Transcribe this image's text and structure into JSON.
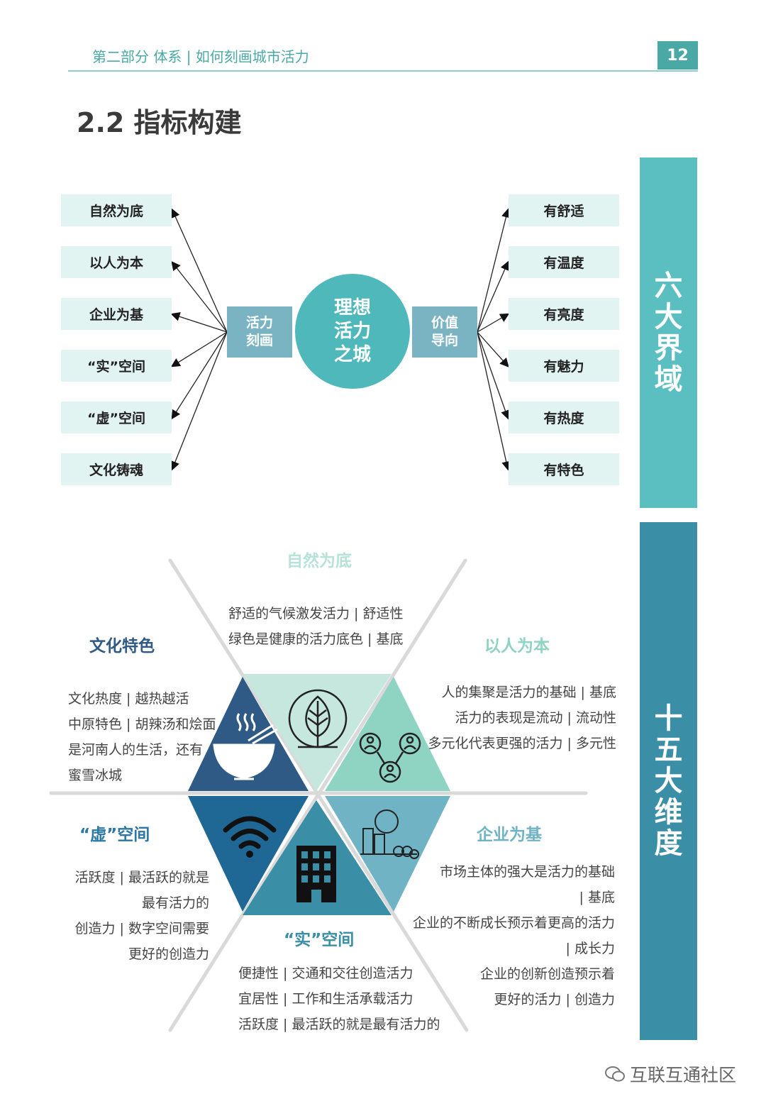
{
  "header": {
    "breadcrumb": "第二部分 体系 | 如何刻画城市活力",
    "page_number": "12"
  },
  "section_title": "2.2 指标构建",
  "center": {
    "label": "理想活力之城",
    "lines": [
      "理想",
      "活力",
      "之城"
    ]
  },
  "left_hub": {
    "lines": [
      "活力",
      "刻画"
    ]
  },
  "right_hub": {
    "lines": [
      "价值",
      "导向"
    ]
  },
  "left_items": [
    "自然为底",
    "以人为本",
    "企业为基",
    "“实”空间",
    "“虚”空间",
    "文化铸魂"
  ],
  "right_items": [
    "有舒适",
    "有温度",
    "有亮度",
    "有魅力",
    "有热度",
    "有特色"
  ],
  "side_bars": {
    "top": "六大界域",
    "bottom": "十五大维度"
  },
  "hexagon": {
    "top": {
      "title": "自然为底",
      "lines": [
        "舒适的气候激发活力 | 舒适性",
        "绿色是健康的活力底色 | 基底"
      ]
    },
    "upper_right": {
      "title": "以人为本",
      "lines": [
        "人的集聚是活力的基础 | 基底",
        "活力的表现是流动 | 流动性",
        "多元化代表更强的活力 | 多元性"
      ]
    },
    "upper_left": {
      "title": "文化特色",
      "lines": [
        "文化热度 | 越热越活",
        "中原特色 | 胡辣汤和烩面",
        "是河南人的生活，还有",
        "蜜雪冰城"
      ]
    },
    "lower_left": {
      "title": "“虚”空间",
      "lines": [
        "活跃度 | 最活跃的就是",
        "最有活力的",
        "创造力 | 数字空间需要",
        "更好的创造力"
      ]
    },
    "lower_right": {
      "title": "企业为基",
      "lines": [
        "市场主体的强大是活力的基础",
        "| 基底",
        "企业的不断成长预示着更高的活力",
        "| 成长力",
        "企业的创新创造预示着",
        "更好的活力 | 创造力"
      ]
    },
    "bottom": {
      "title": "“实”空间",
      "lines": [
        "便捷性 | 交通和交往创造活力",
        "宜居性 | 工作和生活承载活力",
        "活跃度 | 最活跃的就是最有活力的"
      ]
    }
  },
  "watermark": "互联互通社区",
  "colors": {
    "teal": "#4aa9a5",
    "light_teal": "#e2f4f2",
    "bar_top": "#5bbec1",
    "bar_bottom": "#3a8fa7",
    "navy": "#2f5a86"
  }
}
